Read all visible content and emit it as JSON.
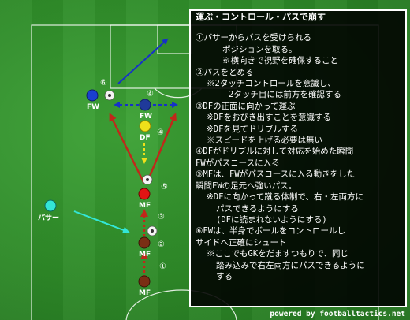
{
  "diagram": {
    "players": [
      {
        "role": "FW",
        "color": "#1a3fd0"
      },
      {
        "role": "FW",
        "color": "#1a3fd0"
      },
      {
        "role": "DF",
        "color": "#f0e01a"
      },
      {
        "role": "MF",
        "color": "#e01414"
      },
      {
        "role": "MF",
        "color": "#7a2e14"
      },
      {
        "role": "MF",
        "color": "#7a2e14"
      },
      {
        "role": "パサー",
        "color": "#33e6d6"
      }
    ],
    "step_numbers": [
      "⑥",
      "④",
      "④",
      "⑤",
      "③",
      "②",
      "①"
    ]
  },
  "panel": {
    "title": "運ぶ・コントロール・パスで崩す",
    "lines": [
      {
        "text": "①パサーからパスを受けられる",
        "indent": 0
      },
      {
        "text": "ポジションを取る。",
        "indent": 3
      },
      {
        "text": "※横向きで視野を確保すること",
        "indent": 3
      },
      {
        "text": "②パスをとめる",
        "indent": 0
      },
      {
        "text": "※2タッチコントロールを意識し、",
        "indent": 1
      },
      {
        "text": "2タッチ目には前方を確認する",
        "indent": 4
      },
      {
        "text": "③DFの正面に向かって運ぶ",
        "indent": 0
      },
      {
        "text": "※DFをおびき出すことを意識する",
        "indent": 1
      },
      {
        "text": "※DFを見てドリブルする",
        "indent": 1
      },
      {
        "text": "※スピードを上げる必要は無い",
        "indent": 1
      },
      {
        "text": "④DFがドリブルに対して対応を始めた瞬間",
        "indent": 0
      },
      {
        "text": "FWがパスコースに入る",
        "indent": 0
      },
      {
        "text": "⑤MFは、FWがパスコースに入る動きをした",
        "indent": 0
      },
      {
        "text": "瞬間FWの足元へ強いパス。",
        "indent": 0
      },
      {
        "text": "※DFに向かって蹴る体制で、右・左両方に",
        "indent": 1
      },
      {
        "text": "パスできるようにする",
        "indent": 2
      },
      {
        "text": "(DFに読まれないようにする)",
        "indent": 2
      },
      {
        "text": "⑥FWは、半身でボールをコントロールし",
        "indent": 0
      },
      {
        "text": "サイドへ正確にシュート",
        "indent": 0
      },
      {
        "text": "※ここでもGKをだますつもりで、同じ",
        "indent": 1
      },
      {
        "text": "踏み込みで右左両方にパスできるように",
        "indent": 2
      },
      {
        "text": "する",
        "indent": 2
      }
    ]
  },
  "credit": "powered by footballtactics.net",
  "colors": {
    "pass_arrow": "#1631c8",
    "run_arrow": "#c0281a",
    "pass_cyan": "#33e6d6",
    "df_move": "#f0e01a"
  }
}
